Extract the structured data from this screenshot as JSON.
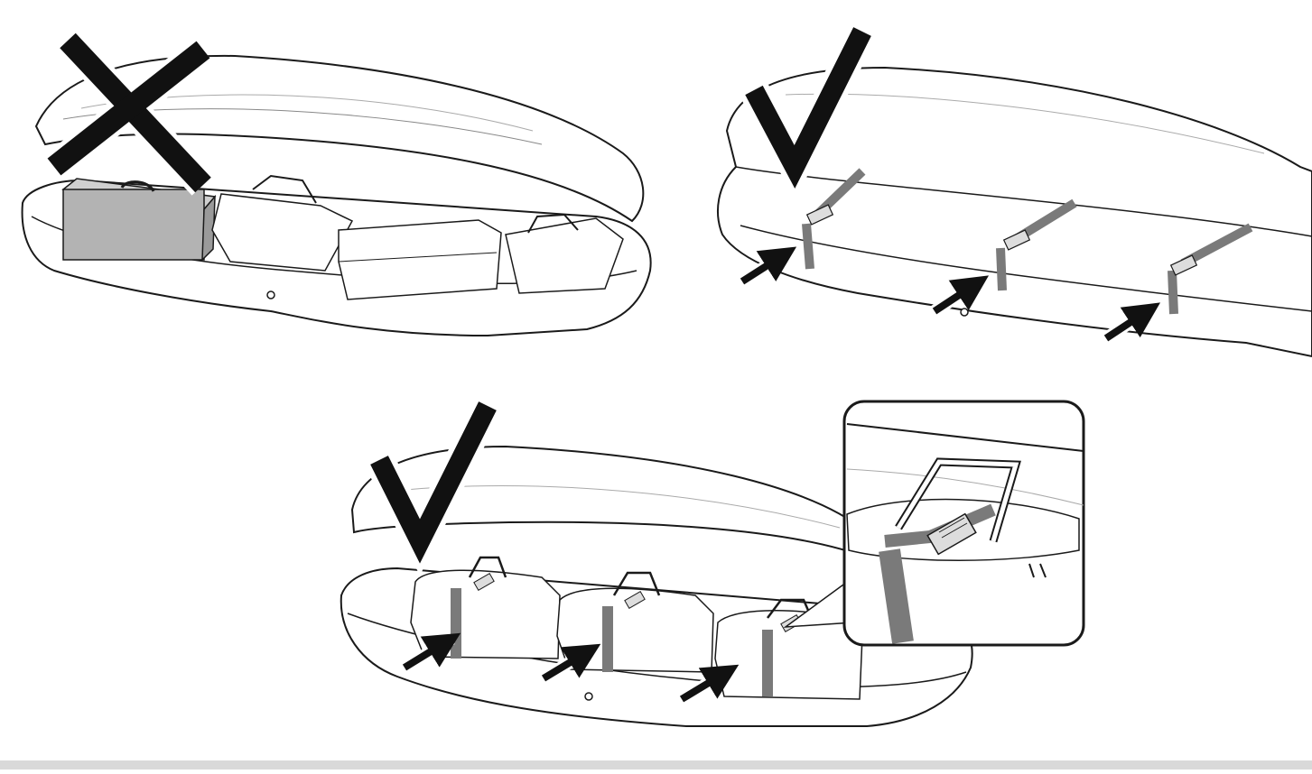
{
  "panels": [
    {
      "id": "incorrect-loading",
      "verdict": "incorrect",
      "mark": "cross-mark-icon",
      "items": [
        "case-icon",
        "bag-icon",
        "box-icon",
        "bag-icon"
      ]
    },
    {
      "id": "correct-lid-closed-straps",
      "verdict": "correct",
      "mark": "check-mark-icon",
      "items": [
        "strap-icon",
        "strap-icon",
        "strap-icon"
      ],
      "arrows": 3
    },
    {
      "id": "correct-bags-strapped",
      "verdict": "correct",
      "mark": "check-mark-icon",
      "items": [
        "bag-icon",
        "bag-icon",
        "bag-icon"
      ],
      "arrows": 3,
      "inset": "buckle-detail-icon"
    }
  ],
  "colors": {
    "outline": "#1a1a1a",
    "shell": "#ffffff",
    "case": "#b3b3b3",
    "strap": "#7a7a7a",
    "mark": "#111111",
    "footer": "#d9d9d9"
  }
}
